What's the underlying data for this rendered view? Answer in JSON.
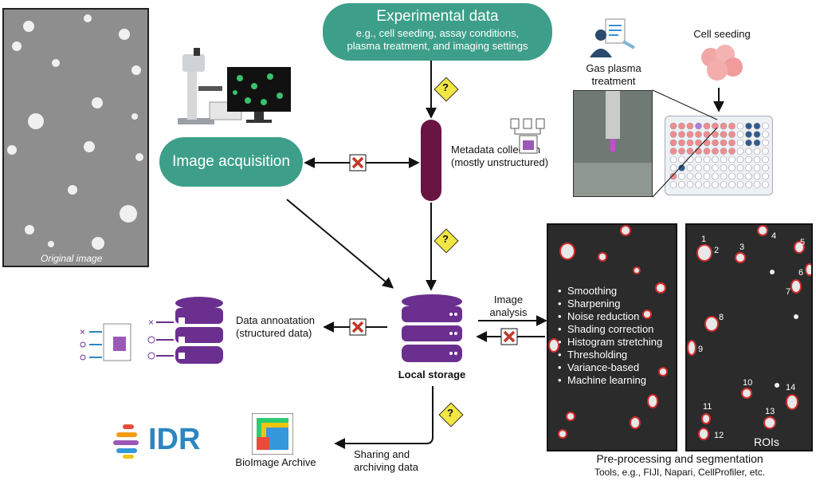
{
  "experimental": {
    "title": "Experimental data",
    "subtitle": "e.g., cell seeding, assay conditions, plasma treatment, and imaging settings"
  },
  "original_image_label": "Original image",
  "image_acquisition_label": "Image acquisition",
  "metadata_label": "Metadata collection (mostly unstructured)",
  "gas_plasma_label": "Gas plasma treatment",
  "cell_seeding_label": "Cell seeding",
  "local_storage_label": "Local storage",
  "data_annotation_label": "Data annoatation (structured data)",
  "image_analysis_label": "Image analysis",
  "sharing_label": "Sharing and archiving data",
  "idr_label": "IDR",
  "bioimage_label": "BioImage Archive",
  "preprocessing": {
    "steps": [
      "Smoothing",
      "Sharpening",
      "Noise reduction",
      "Shading correction",
      "Histogram stretching",
      "Thresholding",
      "Variance-based",
      "Machine learning"
    ]
  },
  "rois_label": "ROIs",
  "roi_numbers": [
    "1",
    "2",
    "3",
    "4",
    "5",
    "6",
    "7",
    "8",
    "9",
    "10",
    "11",
    "12",
    "13",
    "14"
  ],
  "caption_title": "Pre-processing and segmentation",
  "caption_tools": "Tools, e.g., FIJI, Napari, CellProfiler, etc.",
  "question_mark": "?",
  "colors": {
    "teal": "#3d9f8a",
    "purple": "#6b2f8f",
    "dark_purple": "#6a1443",
    "red": "#c0392b",
    "yellow": "#f2e642"
  }
}
